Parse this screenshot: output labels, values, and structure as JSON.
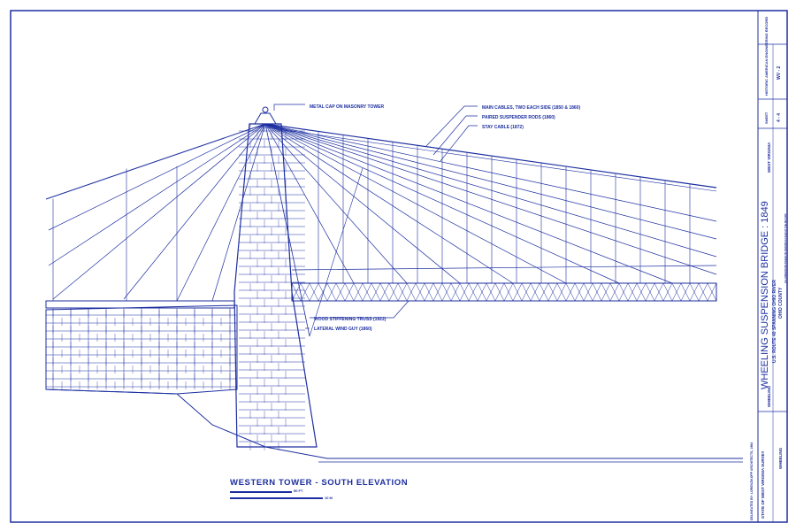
{
  "drawing": {
    "title": "WESTERN TOWER - SOUTH ELEVATION",
    "scale_ft": "50 FT",
    "scale_m": "10 M",
    "callouts": [
      "METAL CAP ON MASONRY TOWER",
      "MAIN CABLES, TWO EACH SIDE (1850 & 1860)",
      "PAIRED SUSPENDER RODS (1860)",
      "STAY CABLE (1872)",
      "WOOD STIFFENING TRUSS (1922)",
      "LATERAL WIND GUY (1860)"
    ]
  },
  "title_block": {
    "bridge_title": "WHEELING SUSPENSION BRIDGE : 1849",
    "route": "U.S. ROUTE 40 SPANNING OHIO RIVER",
    "county": "OHIO COUNTY",
    "city": "WHEELING",
    "state": "WEST VIRGINIA",
    "sheet_label": "SHEET",
    "sheet_number": "4 - 4",
    "agency": "HISTORIC AMERICAN ENGINEERING RECORD",
    "record_number": "WV - 2",
    "survey": "STATE OF WEST VIRGINIA SURVEY",
    "delineated_by": "DELINEATED BY: LORENZ/KOPP ARCHITECTS, 1984",
    "footnote": "ALL DIMENSIONS BASED ON DRAWINGS FILED AT THE RECORD"
  },
  "colors": {
    "ink": "#1d2fa0",
    "paper": "#ffffff"
  }
}
